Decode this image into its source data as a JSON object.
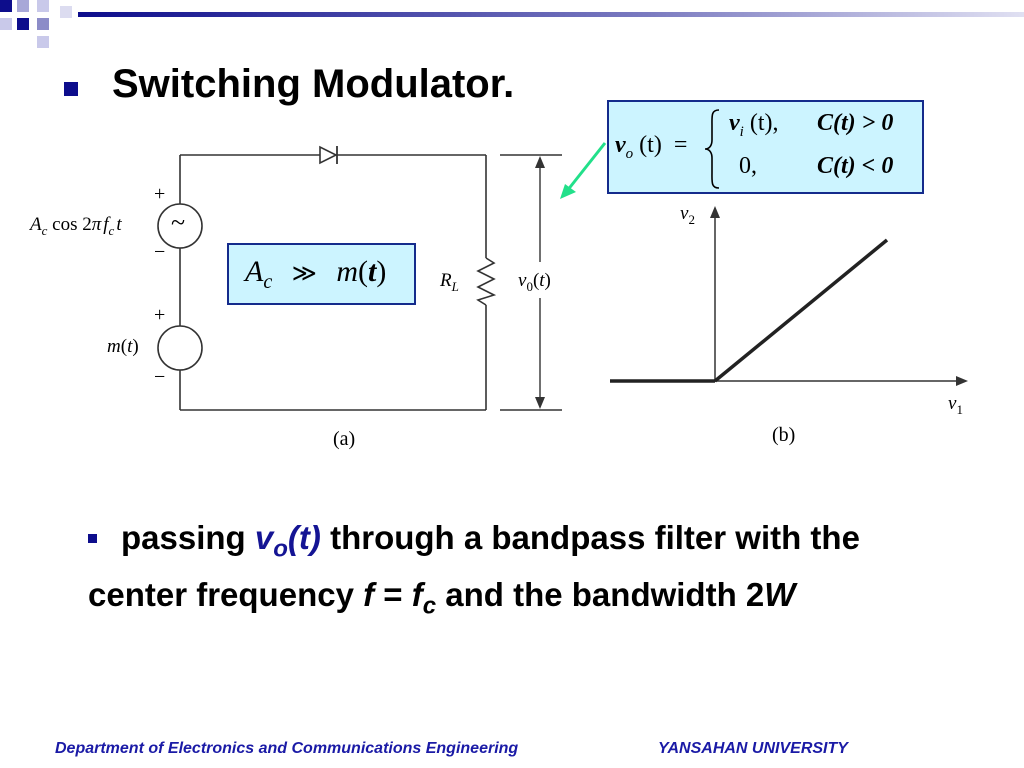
{
  "slide": {
    "title": "Switching Modulator.",
    "colors": {
      "accent": "#0d0d8c",
      "box_fill": "#ccf4ff",
      "box_border": "#142b8c",
      "arrow": "#22e08a",
      "footer": "#1a1aa6"
    }
  },
  "figure_a": {
    "caption": "(a)",
    "source1_label": "A_c cos 2πf_c t",
    "source1_label_parts": {
      "A": "A",
      "c_sub": "c",
      "cos": "cos 2",
      "pi": "π",
      "f": "f",
      "fc_sub": "c",
      "t": "t"
    },
    "source1_symbol": "~",
    "source2_label": "m(t)",
    "source2_label_parts": {
      "m": "m",
      "lp": "(",
      "t": "t",
      "rp": ")"
    },
    "plus_sign": "+",
    "minus_sign": "−",
    "resistor_label": "R_L",
    "resistor_label_parts": {
      "R": "R",
      "L_sub": "L"
    },
    "output_label": "v_0(t)",
    "output_label_parts": {
      "v": "v",
      "sub": "0",
      "lp": "(",
      "t": "t",
      "rp": ")"
    }
  },
  "condition_box": {
    "text": "A_c ≫ m(t)",
    "parts": {
      "A": "A",
      "c_sub": "c",
      "rel": "≫",
      "m": "m",
      "lp": "(",
      "t": "t",
      "rp": ")"
    }
  },
  "equation_box": {
    "lhs_v": "v",
    "lhs_sub": "o",
    "lhs_arg": "(t)",
    "equals": "=",
    "case1_v": "v",
    "case1_sub": "i",
    "case1_arg": "(t),",
    "case1_cond": "C(t) > 0",
    "case2_val": "0,",
    "case2_cond": "C(t) < 0"
  },
  "figure_b": {
    "caption": "(b)",
    "y_axis_label": {
      "v": "v",
      "sub": "2"
    },
    "x_axis_label": {
      "v": "v",
      "sub": "1"
    }
  },
  "paragraph": {
    "w1": "passing",
    "vo_v": "v",
    "vo_sub": "o",
    "vo_lp": "(",
    "vo_t": "t",
    "vo_rp": ")",
    "w2": "through a bandpass filter with the center frequency",
    "f": "f",
    "eq": "=",
    "fc_f": "f",
    "fc_sub": "c",
    "w3": "and the bandwidth",
    "two": "2",
    "W": "W"
  },
  "footer": {
    "department": "Department of Electronics and Communications Engineering",
    "university": "YANSAHAN UNIVERSITY"
  }
}
